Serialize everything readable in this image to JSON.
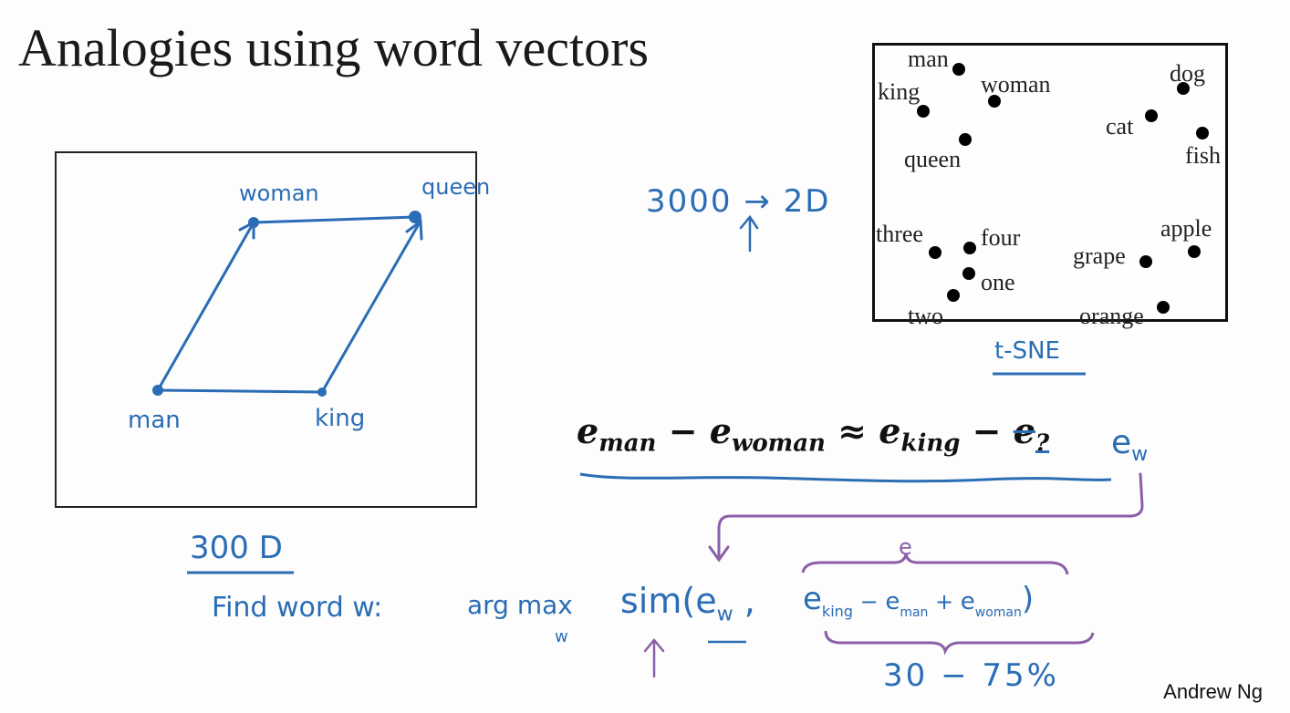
{
  "title": "Analogies using word vectors",
  "author": "Andrew Ng",
  "parallelogram": {
    "labels": {
      "woman": "woman",
      "queen": "queen",
      "man": "man",
      "king": "king"
    },
    "dimension_note": "300 D"
  },
  "reduction_note": "3000 → 2D",
  "tsne": {
    "label": "t-SNE",
    "words": {
      "man": "man",
      "woman": "woman",
      "king": "king",
      "queen": "queen",
      "dog": "dog",
      "cat": "cat",
      "fish": "fish",
      "three": "three",
      "four": "four",
      "one": "one",
      "two": "two",
      "grape": "grape",
      "apple": "apple",
      "orange": "orange"
    }
  },
  "equation": {
    "e": "e",
    "man": "man",
    "woman": "woman",
    "king": "king",
    "minus": "−",
    "approx": "≈",
    "question": "?",
    "ew": "e",
    "w": "w"
  },
  "formula": {
    "find": "Find word w:",
    "argmax": "arg max",
    "arg_w": "w",
    "sim": "sim(",
    "ew": "e",
    "ew_sub": "w",
    "comma": ",",
    "e1": "e",
    "king_sub": "king",
    "minus": " − ",
    "e2": "e",
    "man_sub": "man",
    "plus": " + ",
    "e3": "e",
    "woman_sub": "woman",
    "close": ")",
    "brace_e": "e",
    "accuracy": "30 − 75%"
  }
}
